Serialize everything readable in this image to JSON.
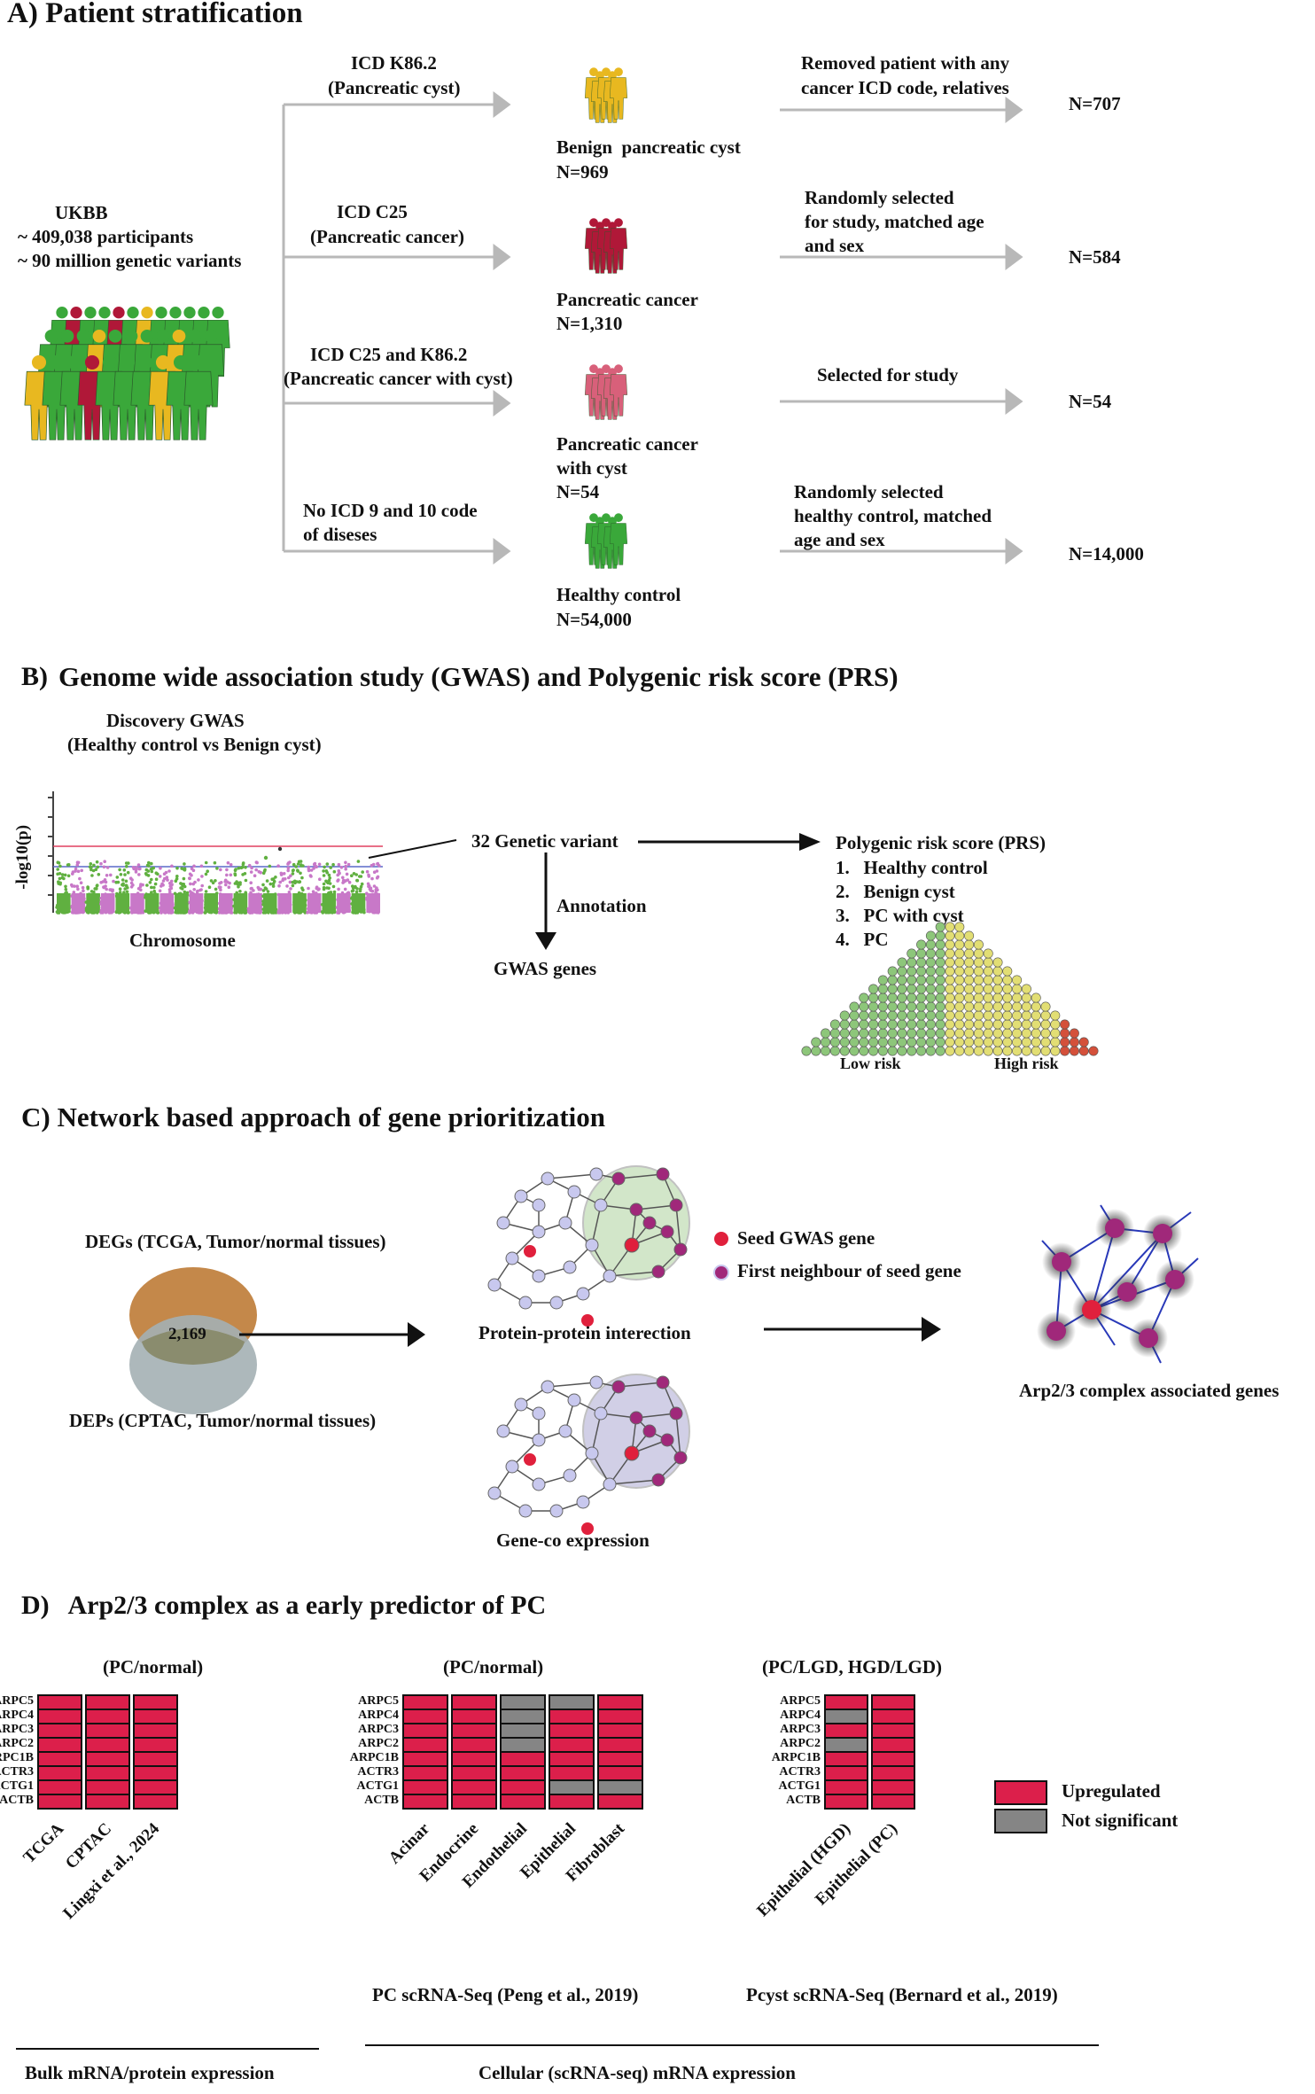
{
  "panel_a": {
    "title": "A) Patient stratification",
    "source": [
      "UKBB",
      "~ 409,038 participants",
      "~ 90 million genetic variants"
    ],
    "branches": [
      {
        "code": [
          "ICD K86.2",
          "(Pancreatic cyst)"
        ],
        "group": [
          "Benign  pancreatic cyst",
          "N=969"
        ],
        "selection": [
          "Removed patient with any",
          "cancer ICD code, relatives"
        ],
        "final_n": "N=707",
        "color": "#e8b820"
      },
      {
        "code": [
          "ICD C25",
          "(Pancreatic cancer)"
        ],
        "group": [
          "Pancreatic cancer",
          "N=1,310"
        ],
        "selection": [
          "Randomly selected",
          "for study, matched age",
          "and sex"
        ],
        "final_n": "N=584",
        "color": "#b01838"
      },
      {
        "code": [
          "ICD C25 and K86.2",
          "(Pancreatic cancer with cyst)"
        ],
        "group": [
          "Pancreatic cancer",
          "with cyst",
          "N=54"
        ],
        "selection": [
          "Selected for study"
        ],
        "final_n": "N=54",
        "color": "#d8607a"
      },
      {
        "code": [
          "No ICD 9 and 10 code",
          "of diseses"
        ],
        "group": [
          "Healthy control",
          "N=54,000"
        ],
        "selection": [
          "Randomly selected",
          "healthy control, matched",
          "age and sex"
        ],
        "final_n": "N=14,000",
        "color": "#3aa83a"
      }
    ]
  },
  "panel_b": {
    "title": "Genome wide association study (GWAS) and Polygenic risk score (PRS)",
    "label": "B)",
    "gwas_title": [
      "Discovery GWAS",
      "(Healthy control vs Benign cyst)"
    ],
    "ylabel": "-log10(p)",
    "xlabel": "Chromosome",
    "variants": "32 Genetic variant",
    "annotation": "Annotation",
    "genes": "GWAS genes",
    "prs_title": "Polygenic risk score (PRS)",
    "prs_items": [
      "1.   Healthy control",
      "2.   Benign cyst",
      "3.   PC with cyst",
      "4.   PC"
    ],
    "low_risk": "Low risk",
    "high_risk": "High risk"
  },
  "panel_c": {
    "title": "C) Network based approach of gene prioritization",
    "degs": "DEGs (TCGA, Tumor/normal tissues)",
    "overlap": "2,169",
    "deps": "DEPs (CPTAC, Tumor/normal tissues)",
    "ppi": "Protein-protein interection",
    "coexp": "Gene-co expression",
    "legend": [
      "Seed GWAS gene",
      "First neighbour of seed gene"
    ],
    "result": "Arp2/3 complex associated genes",
    "colors": {
      "seed": "#e0203c",
      "neighbour": "#a0287a",
      "node": "#c8c8ee"
    }
  },
  "panel_d": {
    "title": "D)   Arp2/3 complex as a early predictor of PC",
    "genes": [
      "ARPC5",
      "ARPC4",
      "ARPC3",
      "ARPC2",
      "ARPC1B",
      "ACTR3",
      "ACTG1",
      "ACTB"
    ],
    "heatmaps": [
      {
        "title": "(PC/normal)",
        "columns": [
          "TCGA",
          "CPTAC",
          "Lingxi et al., 2024"
        ],
        "matrix": [
          [
            1,
            1,
            1
          ],
          [
            1,
            1,
            1
          ],
          [
            1,
            1,
            1
          ],
          [
            1,
            1,
            1
          ],
          [
            1,
            1,
            1
          ],
          [
            1,
            1,
            1
          ],
          [
            1,
            1,
            1
          ],
          [
            1,
            1,
            1
          ]
        ]
      },
      {
        "title": "(PC/normal)",
        "columns": [
          "Acinar",
          "Endocrine",
          "Endothelial",
          "Epithelial",
          "Fibroblast"
        ],
        "subtitle": "PC scRNA-Seq (Peng et al., 2019)",
        "matrix": [
          [
            1,
            1,
            0,
            0,
            1
          ],
          [
            1,
            1,
            0,
            1,
            1
          ],
          [
            1,
            1,
            0,
            1,
            1
          ],
          [
            1,
            1,
            0,
            1,
            1
          ],
          [
            1,
            1,
            1,
            1,
            1
          ],
          [
            1,
            1,
            1,
            1,
            1
          ],
          [
            1,
            1,
            1,
            0,
            0
          ],
          [
            1,
            1,
            1,
            1,
            1
          ]
        ]
      },
      {
        "title": "(PC/LGD, HGD/LGD)",
        "columns": [
          "Epithelial (HGD)",
          "Epithelial (PC)"
        ],
        "subtitle": "Pcyst scRNA-Seq (Bernard et al., 2019)",
        "matrix": [
          [
            1,
            1
          ],
          [
            0,
            1
          ],
          [
            1,
            1
          ],
          [
            0,
            1
          ],
          [
            1,
            1
          ],
          [
            1,
            1
          ],
          [
            1,
            1
          ],
          [
            1,
            1
          ]
        ]
      }
    ],
    "legend": [
      {
        "label": "Upregulated",
        "color": "#dc1f4b"
      },
      {
        "label": "Not significant",
        "color": "#858585"
      }
    ],
    "footer": [
      "Bulk mRNA/protein expression",
      "Cellular (scRNA-seq) mRNA expression"
    ]
  }
}
